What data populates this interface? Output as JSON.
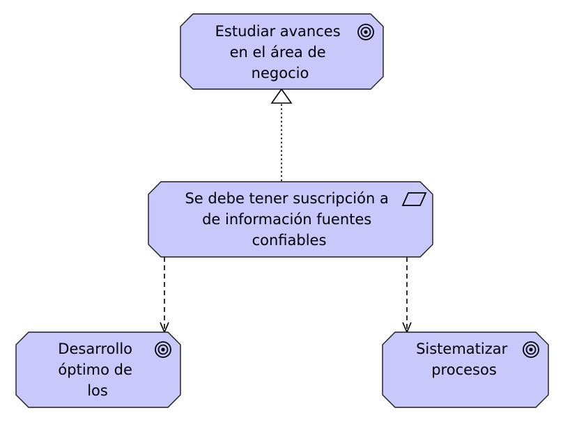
{
  "diagram": {
    "colors": {
      "node_fill": "#c8c8fa",
      "node_stroke": "#1a1a1a",
      "edge": "#000000",
      "background": "#ffffff"
    },
    "nodes": {
      "goal_top": {
        "lines": [
          "Estudiar avances",
          "en el área de",
          "negocio"
        ],
        "icon": "goal-icon"
      },
      "requirement_middle": {
        "lines": [
          "Se debe tener suscripción a",
          "de información fuentes",
          "confiables"
        ],
        "icon": "requirement-icon"
      },
      "goal_bottom_left": {
        "lines": [
          "Desarrollo",
          "óptimo de",
          "los"
        ],
        "icon": "goal-icon"
      },
      "goal_bottom_right": {
        "lines": [
          "Sistematizar",
          "procesos"
        ],
        "icon": "goal-icon"
      }
    },
    "edges": [
      {
        "from": "requirement_middle",
        "to": "goal_top",
        "type": "realization"
      },
      {
        "from": "requirement_middle",
        "to": "goal_bottom_left",
        "type": "influence"
      },
      {
        "from": "requirement_middle",
        "to": "goal_bottom_right",
        "type": "influence"
      }
    ]
  }
}
